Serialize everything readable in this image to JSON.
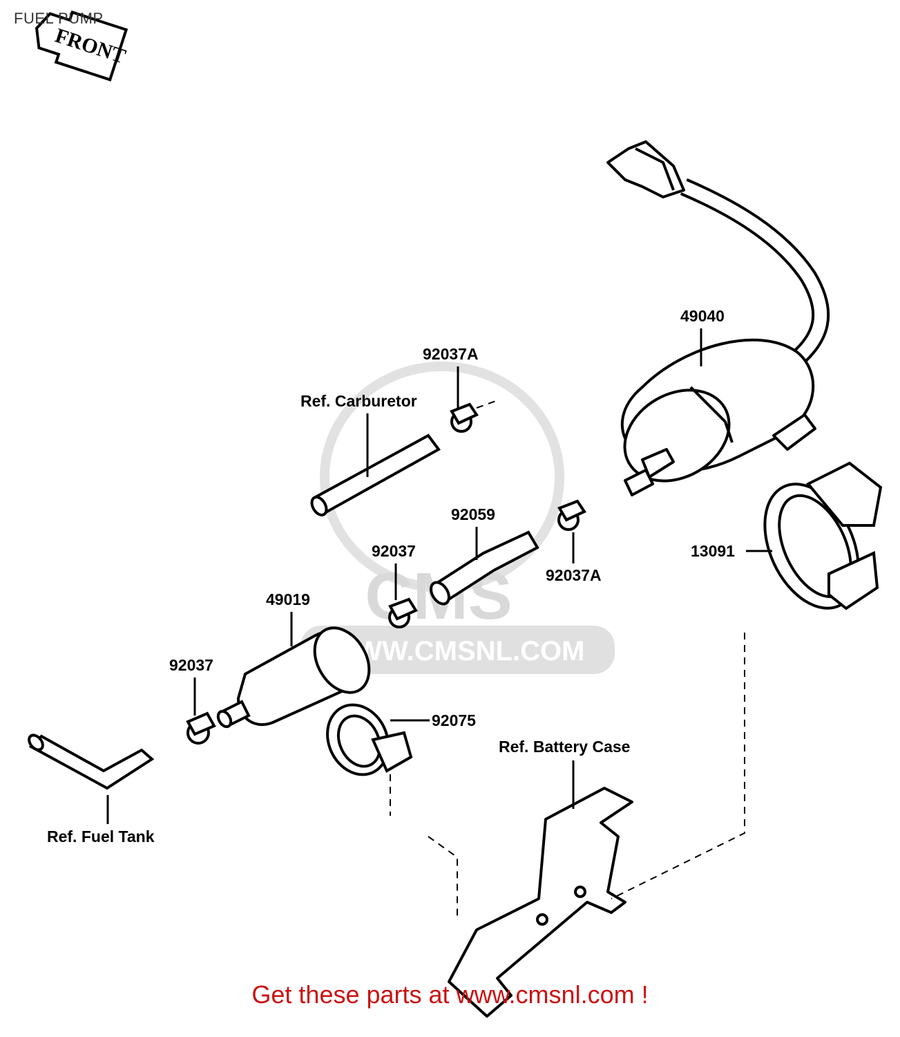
{
  "header": {
    "title": "FUEL PUMP"
  },
  "front_arrow": {
    "text": "FRONT"
  },
  "watermark": {
    "brand": "CMS",
    "url": "WWW.CMSNL.COM"
  },
  "callouts": {
    "c49040": "49040",
    "c92037A_top": "92037A",
    "ref_carburetor": "Ref. Carburetor",
    "c92059": "92059",
    "c92037A_right": "92037A",
    "c13091": "13091",
    "c92037_mid": "92037",
    "c49019": "49019",
    "c92037_left": "92037",
    "c92075": "92075",
    "ref_battery_case": "Ref. Battery  Case",
    "ref_fuel_tank": "Ref. Fuel Tank"
  },
  "footer": {
    "promo": "Get these parts at www.cmsnl.com !"
  }
}
